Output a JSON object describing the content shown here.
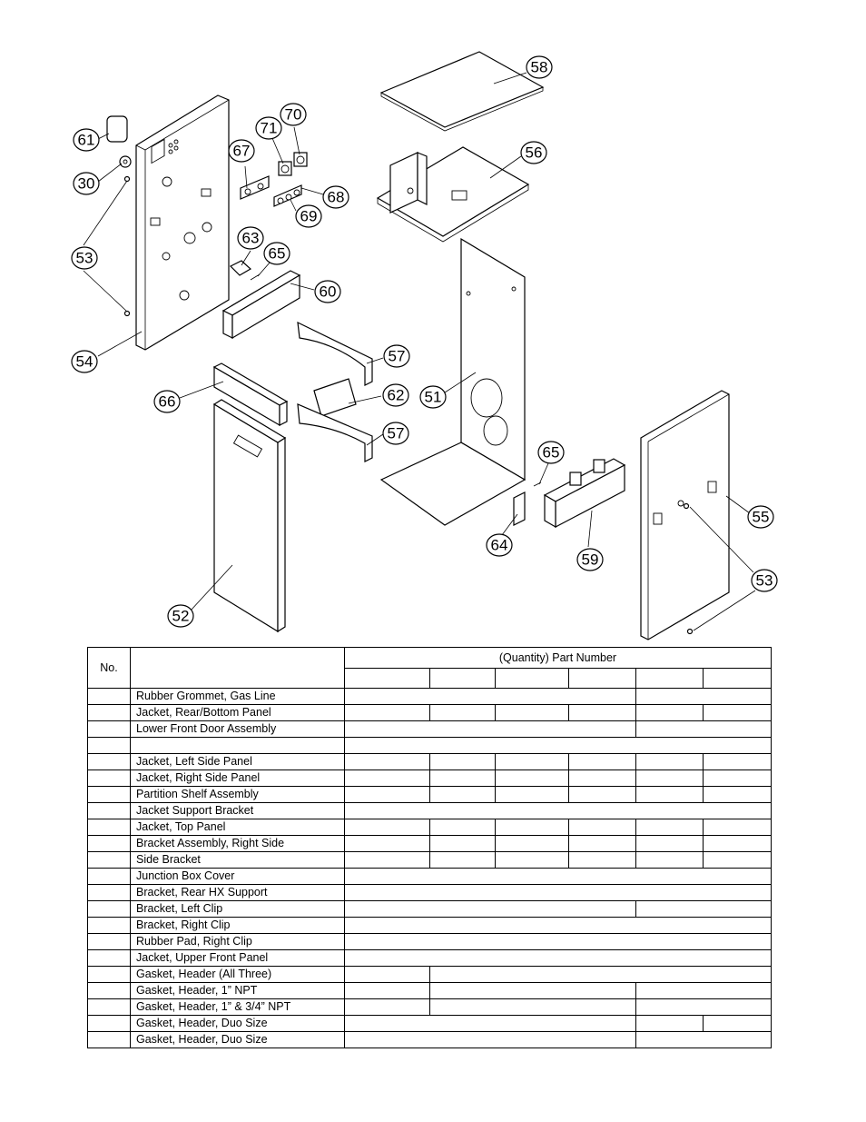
{
  "diagram": {
    "callouts": [
      "61",
      "30",
      "53",
      "54",
      "67",
      "71",
      "70",
      "68",
      "69",
      "63",
      "65",
      "60",
      "57",
      "66",
      "62",
      "57",
      "52",
      "58",
      "56",
      "51",
      "65",
      "64",
      "59",
      "55",
      "53"
    ]
  },
  "table": {
    "col_no": "No.",
    "col_qty": "(Quantity) Part Number",
    "rows": [
      {
        "desc": "Rubber Grommet, Gas Line"
      },
      {
        "desc": "Jacket, Rear/Bottom Panel"
      },
      {
        "desc": "Lower Front Door Assembly"
      },
      {
        "desc": ""
      },
      {
        "desc": "Jacket, Left Side Panel"
      },
      {
        "desc": "Jacket, Right Side Panel"
      },
      {
        "desc": "Partition Shelf Assembly"
      },
      {
        "desc": "Jacket Support Bracket"
      },
      {
        "desc": "Jacket, Top Panel"
      },
      {
        "desc": "Bracket Assembly, Right Side"
      },
      {
        "desc": "Side Bracket"
      },
      {
        "desc": "Junction Box Cover"
      },
      {
        "desc": "Bracket, Rear HX Support"
      },
      {
        "desc": "Bracket, Left Clip"
      },
      {
        "desc": "Bracket, Right Clip"
      },
      {
        "desc": "Rubber Pad, Right Clip"
      },
      {
        "desc": "Jacket, Upper Front Panel"
      },
      {
        "desc": "Gasket, Header (All Three)"
      },
      {
        "desc": "Gasket, Header, 1” NPT"
      },
      {
        "desc": "Gasket, Header, 1” & 3/4” NPT"
      },
      {
        "desc": "Gasket, Header, Duo Size"
      },
      {
        "desc": "Gasket, Header, Duo Size"
      }
    ]
  }
}
